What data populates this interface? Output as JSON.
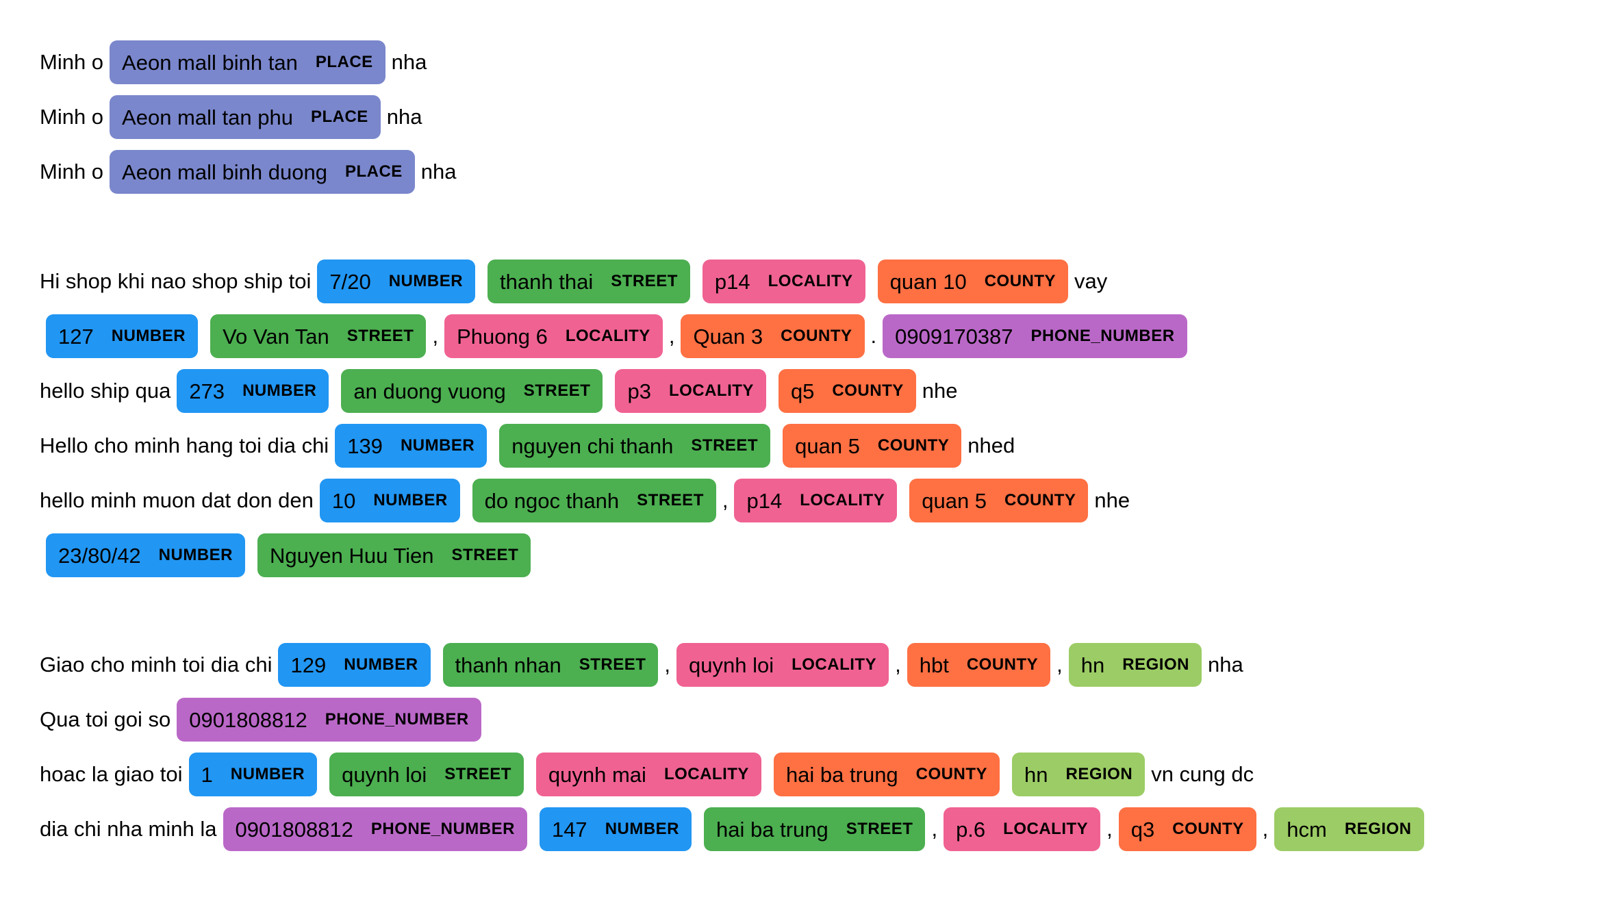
{
  "colors": {
    "PLACE": "#7a87cc",
    "NUMBER": "#2196f3",
    "STREET": "#4caf50",
    "LOCALITY": "#f06292",
    "COUNTY": "#ff7043",
    "PHONE_NUMBER": "#ba68c8",
    "REGION": "#9ccc65"
  },
  "rows": [
    [
      {
        "t": "Minh o"
      },
      {
        "e": "Aeon mall binh tan",
        "l": "PLACE"
      },
      {
        "t": "nha"
      }
    ],
    [
      {
        "t": "Minh o"
      },
      {
        "e": "Aeon mall tan phu",
        "l": "PLACE"
      },
      {
        "t": "nha"
      }
    ],
    [
      {
        "t": "Minh o"
      },
      {
        "e": "Aeon mall binh duong",
        "l": "PLACE"
      },
      {
        "t": "nha"
      }
    ],
    [],
    [
      {
        "t": "Hi shop khi nao shop ship toi"
      },
      {
        "e": "7/20",
        "l": "NUMBER"
      },
      {
        "e": "thanh thai",
        "l": "STREET"
      },
      {
        "e": "p14",
        "l": "LOCALITY"
      },
      {
        "e": "quan 10",
        "l": "COUNTY"
      },
      {
        "t": "vay"
      }
    ],
    [
      {
        "e": "127",
        "l": "NUMBER"
      },
      {
        "e": "Vo Van Tan",
        "l": "STREET"
      },
      {
        "t": ","
      },
      {
        "e": "Phuong 6",
        "l": "LOCALITY"
      },
      {
        "t": ","
      },
      {
        "e": "Quan 3",
        "l": "COUNTY"
      },
      {
        "t": "."
      },
      {
        "e": "0909170387",
        "l": "PHONE_NUMBER"
      }
    ],
    [
      {
        "t": "hello ship qua"
      },
      {
        "e": "273",
        "l": "NUMBER"
      },
      {
        "e": "an duong vuong",
        "l": "STREET"
      },
      {
        "e": "p3",
        "l": "LOCALITY"
      },
      {
        "e": "q5",
        "l": "COUNTY"
      },
      {
        "t": "nhe"
      }
    ],
    [
      {
        "t": "Hello cho minh hang toi dia chi"
      },
      {
        "e": "139",
        "l": "NUMBER"
      },
      {
        "e": "nguyen chi thanh",
        "l": "STREET"
      },
      {
        "e": "quan 5",
        "l": "COUNTY"
      },
      {
        "t": "nhed"
      }
    ],
    [
      {
        "t": "hello minh muon dat don den"
      },
      {
        "e": "10",
        "l": "NUMBER"
      },
      {
        "e": "do ngoc thanh",
        "l": "STREET"
      },
      {
        "t": ","
      },
      {
        "e": "p14",
        "l": "LOCALITY"
      },
      {
        "e": "quan 5",
        "l": "COUNTY"
      },
      {
        "t": "nhe"
      }
    ],
    [
      {
        "e": "23/80/42",
        "l": "NUMBER"
      },
      {
        "e": "Nguyen Huu Tien",
        "l": "STREET"
      }
    ],
    [],
    [
      {
        "t": "Giao cho minh toi dia chi"
      },
      {
        "e": "129",
        "l": "NUMBER"
      },
      {
        "e": "thanh nhan",
        "l": "STREET"
      },
      {
        "t": ","
      },
      {
        "e": "quynh loi",
        "l": "LOCALITY"
      },
      {
        "t": ","
      },
      {
        "e": "hbt",
        "l": "COUNTY"
      },
      {
        "t": ","
      },
      {
        "e": "hn",
        "l": "REGION"
      },
      {
        "t": "nha"
      }
    ],
    [
      {
        "t": "Qua toi goi so"
      },
      {
        "e": "0901808812",
        "l": "PHONE_NUMBER"
      }
    ],
    [
      {
        "t": "hoac la giao toi"
      },
      {
        "e": "1",
        "l": "NUMBER"
      },
      {
        "e": "quynh loi",
        "l": "STREET"
      },
      {
        "e": "quynh mai",
        "l": "LOCALITY"
      },
      {
        "e": "hai ba trung",
        "l": "COUNTY"
      },
      {
        "e": "hn",
        "l": "REGION"
      },
      {
        "t": "vn cung dc"
      }
    ],
    [
      {
        "t": "dia chi nha minh la"
      },
      {
        "e": "0901808812",
        "l": "PHONE_NUMBER"
      },
      {
        "e": "147",
        "l": "NUMBER"
      },
      {
        "e": "hai ba trung",
        "l": "STREET"
      },
      {
        "t": ","
      },
      {
        "e": "p.6",
        "l": "LOCALITY"
      },
      {
        "t": ","
      },
      {
        "e": "q3",
        "l": "COUNTY"
      },
      {
        "t": ","
      },
      {
        "e": "hcm",
        "l": "REGION"
      }
    ]
  ]
}
